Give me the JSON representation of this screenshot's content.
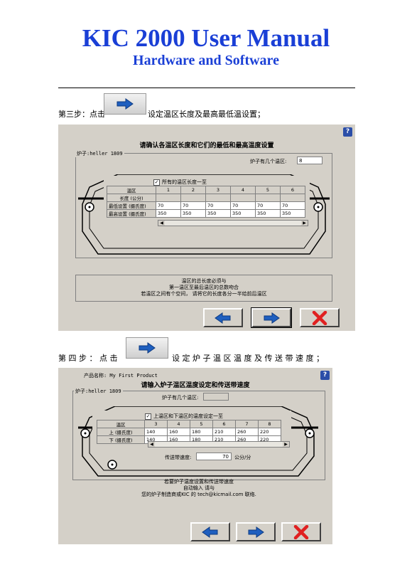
{
  "header": {
    "title": "KIC 2000 User Manual",
    "subtitle": "Hardware and Software"
  },
  "step3": {
    "prefix": "第三步：点击",
    "suffix": "设定温区长度及最高最低温设置；",
    "dialog": {
      "help": "?",
      "title": "请确认各温区长度和它们的最低和最高温度设置",
      "oven_label": "炉子:heller 1809",
      "zone_count_label": "炉子有几个温区:",
      "zone_count_value": "8",
      "same_length_label": "所有的温区长度一至",
      "same_length_checked": true,
      "table": {
        "header": [
          "温区",
          "1",
          "2",
          "3",
          "4",
          "5",
          "6"
        ],
        "rows": [
          [
            "长度 (公分)",
            "",
            "",
            "",
            "",
            "",
            ""
          ],
          [
            "最低设置 (摄氏度)",
            "70",
            "70",
            "70",
            "70",
            "70",
            "70"
          ],
          [
            "最高设置 (摄氏度)",
            "350",
            "350",
            "350",
            "350",
            "350",
            "350"
          ]
        ]
      },
      "message_lines": [
        "温区的总长度必须与",
        "第一温区至最后温区的总数吻合",
        "若温区之间有个空间，  请将它的长度各分一半给前后温区"
      ]
    }
  },
  "step4": {
    "prefix": "第 四 步 ： 点 击",
    "suffix": "设 定 炉 子 温 区 温 度 及 传 送 带 速 度 ；",
    "dialog": {
      "help": "?",
      "product_label": "产品名称: My First Product",
      "title": "请输入炉子温区温度设定和传送带速度",
      "oven_label": "炉子:heller 1809",
      "zone_count_label": "炉子有几个温区:",
      "same_temp_label": "上温区和下温区的温度设定一至",
      "same_temp_checked": true,
      "table": {
        "header": [
          "温区",
          "3",
          "4",
          "5",
          "6",
          "7",
          "8"
        ],
        "rows": [
          [
            "上 (摄氏度)",
            "140",
            "160",
            "180",
            "210",
            "260",
            "220"
          ],
          [
            "下 (摄氏度)",
            "140",
            "160",
            "180",
            "210",
            "260",
            "220"
          ]
        ]
      },
      "speed_label": "传送带速度:",
      "speed_value": "70",
      "speed_unit": "公分/分",
      "message_lines": [
        "若要炉子温度设置和传送带速度",
        "自动输入 请与",
        "您的炉子制造商或KIC 的  tech@kicmail.com 联络."
      ]
    }
  },
  "icons": {
    "next": "right-arrow-icon",
    "back": "left-arrow-icon",
    "cancel": "red-x-icon"
  },
  "colors": {
    "title_blue": "#1a3fd6",
    "dialog_gray": "#d4d0c8",
    "arrow_blue": "#1f5fbf",
    "cancel_red": "#e02020"
  }
}
